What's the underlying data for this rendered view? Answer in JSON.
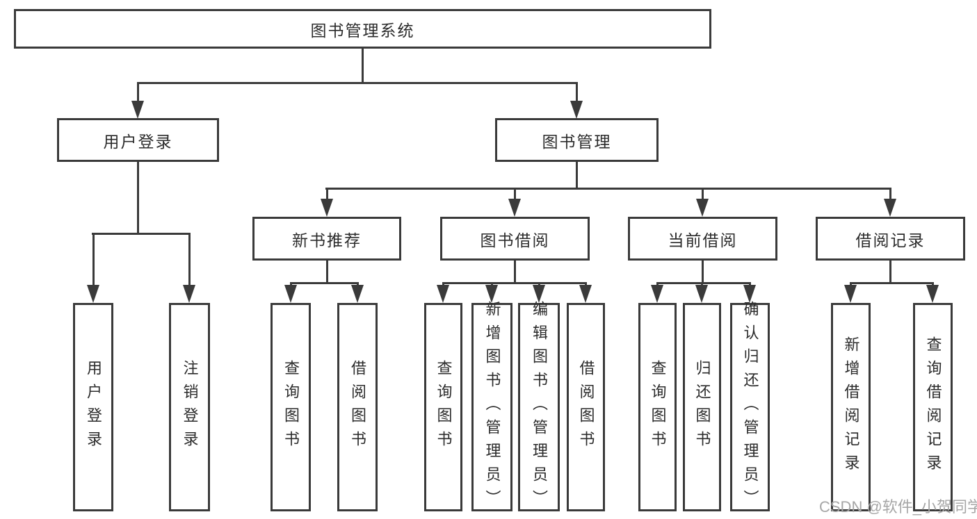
{
  "colors": {
    "line": "#3a3a3a",
    "border": "#3a3a3a",
    "text": "#2b2b2b",
    "watermark": "#a6a6a6",
    "background": "#ffffff"
  },
  "tree": {
    "label": "图书管理系统",
    "children": [
      {
        "label": "用户登录",
        "children": [
          {
            "label": "用户登录"
          },
          {
            "label": "注销登录"
          }
        ]
      },
      {
        "label": "图书管理",
        "children": [
          {
            "label": "新书推荐",
            "children": [
              {
                "label": "查询图书"
              },
              {
                "label": "借阅图书"
              }
            ]
          },
          {
            "label": "图书借阅",
            "children": [
              {
                "label": "查询图书"
              },
              {
                "label": "新增图书（管理员）"
              },
              {
                "label": "编辑图书（管理员）"
              },
              {
                "label": "借阅图书"
              }
            ]
          },
          {
            "label": "当前借阅",
            "children": [
              {
                "label": "查询图书"
              },
              {
                "label": "归还图书"
              },
              {
                "label": "确认归还（管理员）"
              }
            ]
          },
          {
            "label": "借阅记录",
            "children": [
              {
                "label": "新增借阅记录"
              },
              {
                "label": "查询借阅记录"
              }
            ]
          }
        ]
      }
    ]
  },
  "watermark": {
    "text": "CSDN @软件_小贺同学"
  }
}
